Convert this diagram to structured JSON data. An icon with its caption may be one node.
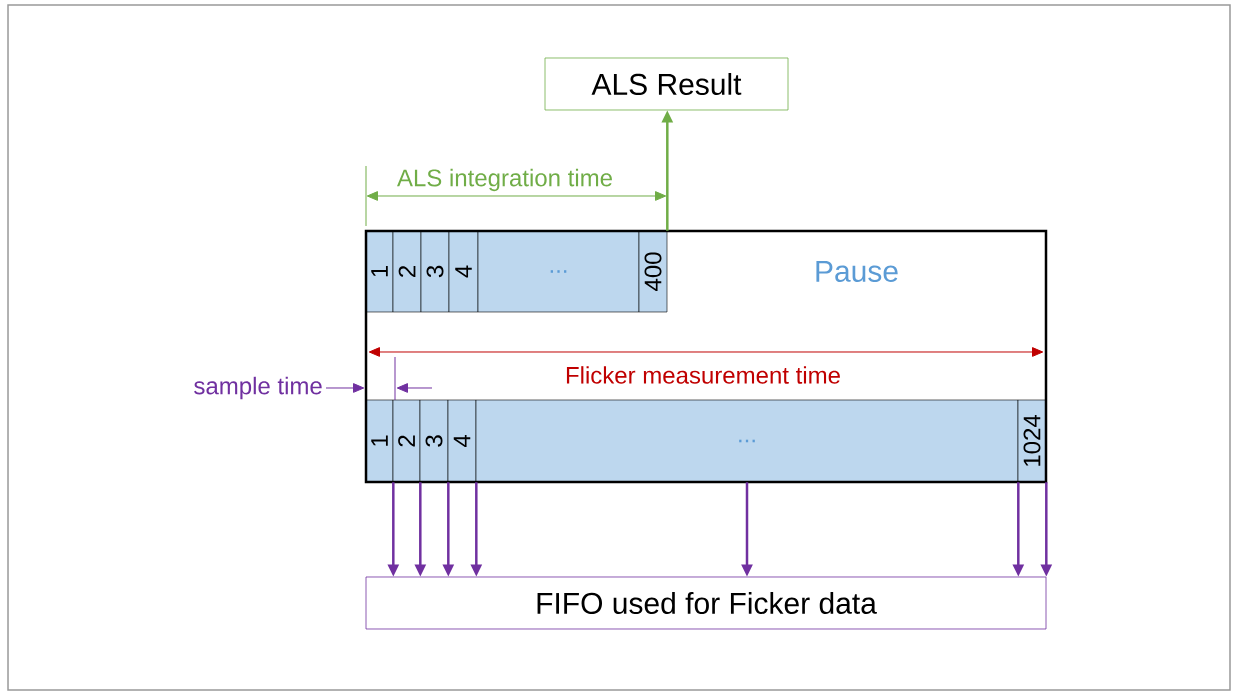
{
  "diagram": {
    "nodes": [
      {
        "text": [
          "ALS Result"
        ]
      },
      {
        "text": [],
        "shape": "box"
      },
      {
        "text": [
          "1"
        ],
        "in": 1
      },
      {
        "text": [
          "2"
        ],
        "in": 1
      },
      {
        "text": [
          "3"
        ],
        "in": 1
      },
      {
        "text": [
          "4"
        ],
        "in": 1
      },
      {
        "text": [
          "..."
        ],
        "in": 1
      },
      {
        "text": [
          "400"
        ],
        "in": 1
      },
      {
        "text": [
          "Pause"
        ],
        "in": 1
      },
      {
        "text": [
          "1"
        ],
        "in": 1
      },
      {
        "text": [
          "2"
        ],
        "in": 1
      },
      {
        "text": [
          "3"
        ],
        "in": 1
      },
      {
        "text": [
          "4"
        ],
        "in": 1
      },
      {
        "text": [
          "..."
        ],
        "in": 1
      },
      {
        "text": [
          "1024"
        ],
        "in": 1
      },
      {
        "text": [
          "FIFO used for Ficker data"
        ]
      }
    ],
    "edges": [
      {
        "from": 7,
        "to": 0,
        "arrow": "to",
        "color": "#70ad47"
      },
      {
        "from": 9,
        "to": 15,
        "arrow": "to"
      },
      {
        "from": 10,
        "to": 15,
        "arrow": "to"
      },
      {
        "from": 11,
        "to": 15,
        "arrow": "to"
      },
      {
        "from": 12,
        "to": 15,
        "arrow": "to"
      },
      {
        "from": 13,
        "to": 15,
        "arrow": "to"
      },
      {
        "from": 13,
        "to": 15,
        "arrow": "to"
      },
      {
        "from": 14,
        "to": 15,
        "arrow": "to"
      }
    ],
    "labels": [
      "ALS integration time",
      "Flicker measurement time",
      "sample time"
    ]
  }
}
